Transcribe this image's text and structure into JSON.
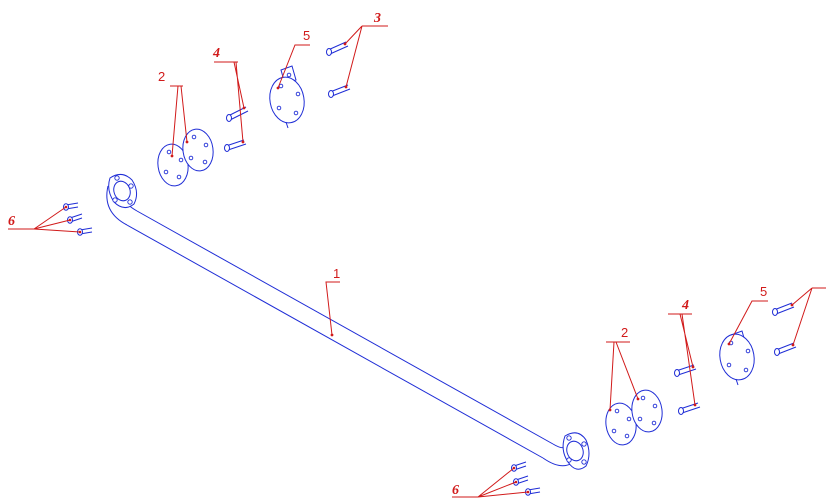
{
  "colors": {
    "parts": "#1f2dd6",
    "callouts": "#d11a1a",
    "background": "#ffffff"
  },
  "callouts": {
    "part_1": "1",
    "part_2_top": "2",
    "part_2_bottom": "2",
    "part_3_top": "3",
    "part_4_top": "4",
    "part_4_bottom": "4",
    "part_5_top": "5",
    "part_5_bottom": "5",
    "part_6_left": "6",
    "part_6_bottom": "6"
  }
}
